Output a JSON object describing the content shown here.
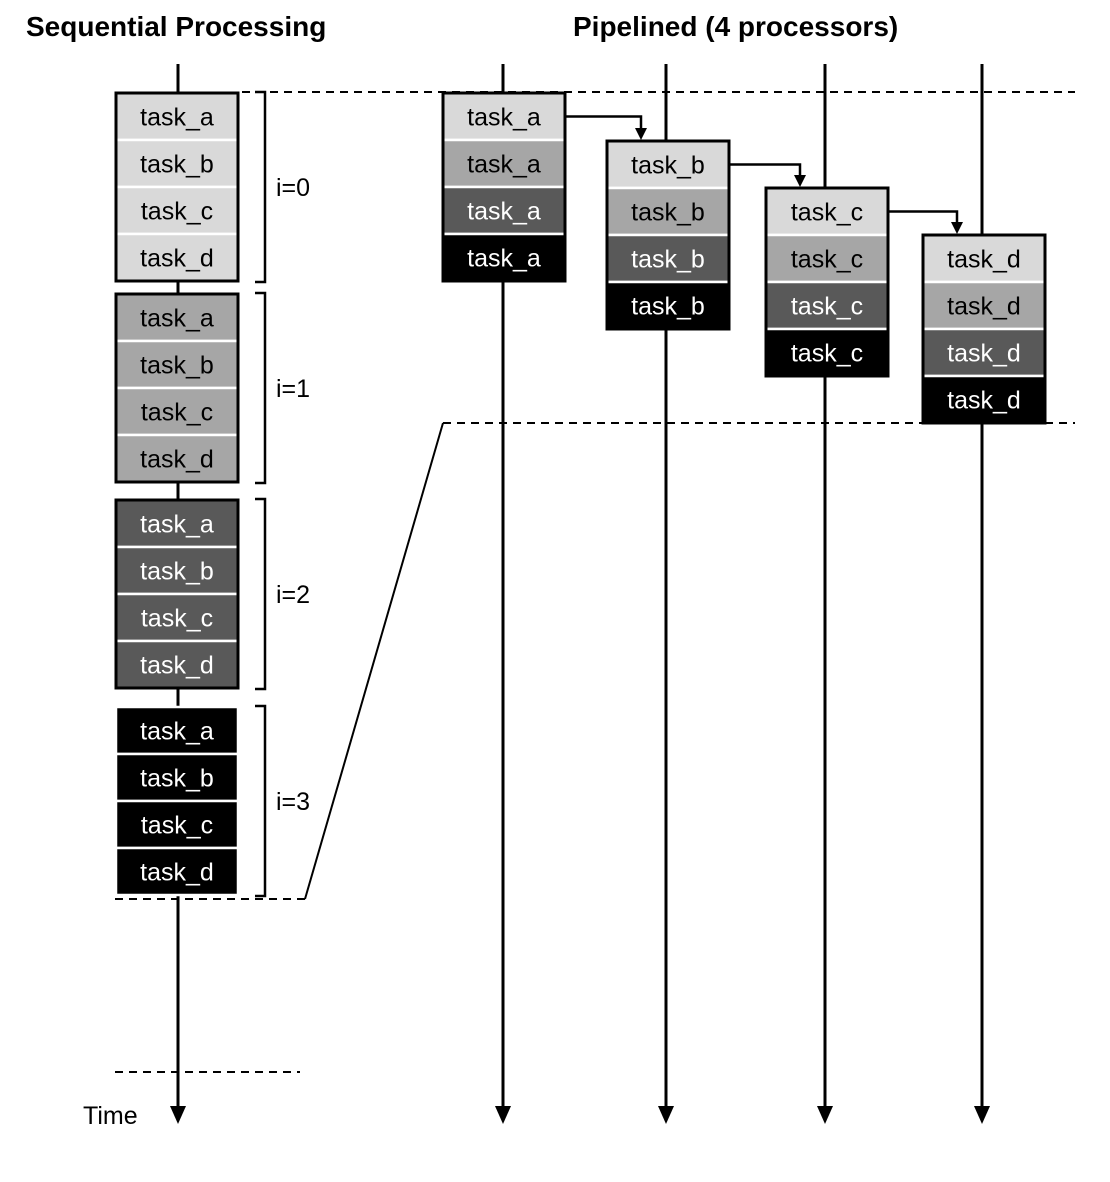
{
  "titles": {
    "sequential": "Sequential Processing",
    "pipelined": "Pipelined (4 processors)"
  },
  "time_label": "Time",
  "iterations": [
    "i=0",
    "i=1",
    "i=2",
    "i=3"
  ],
  "tasks": [
    "task_a",
    "task_b",
    "task_c",
    "task_d"
  ],
  "iteration_colors": [
    "#d9d9d9",
    "#a6a6a6",
    "#595959",
    "#000000"
  ],
  "iteration_text_colors": [
    "#000000",
    "#000000",
    "#ffffff",
    "#ffffff"
  ],
  "processors": [
    {
      "task": "task_a"
    },
    {
      "task": "task_b"
    },
    {
      "task": "task_c"
    },
    {
      "task": "task_d"
    }
  ]
}
